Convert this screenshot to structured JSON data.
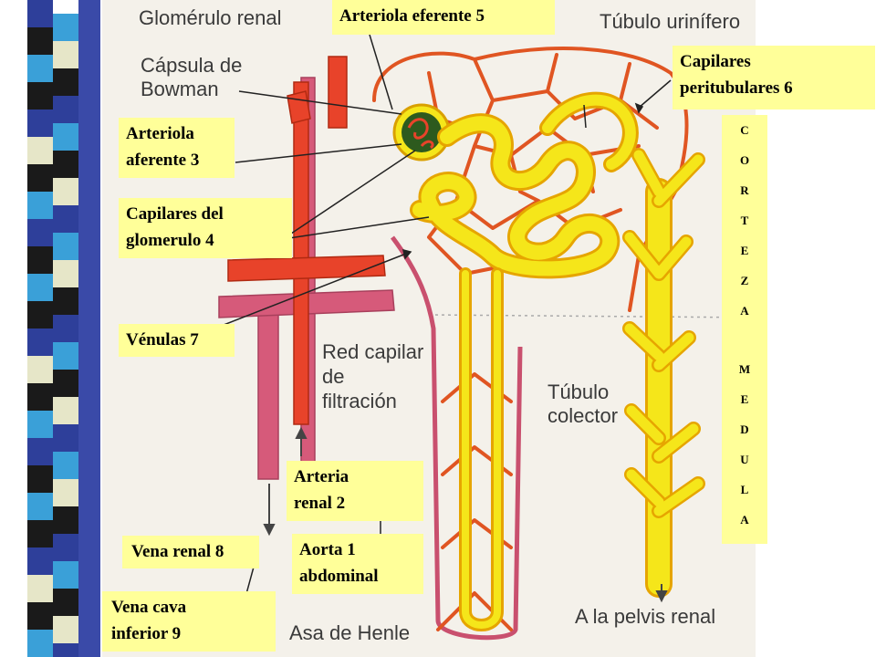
{
  "labels": {
    "arteriola_eferente": "Arteriola eferente  5",
    "capilares_peritubulares_1": "Capilares",
    "capilares_peritubulares_2": "peritubulares  6",
    "arteriola_aferente_1": "Arteriola",
    "arteriola_aferente_2": "aferente  3",
    "capilares_glomerulo_1": "Capilares del",
    "capilares_glomerulo_2": "glomerulo  4",
    "venulas": "Vénulas  7",
    "arteria_renal_1": "Arteria",
    "arteria_renal_2": "renal  2",
    "vena_renal": "Vena renal  8",
    "aorta_1": "Aorta    1",
    "aorta_2": "abdominal",
    "vena_cava_1": "Vena cava",
    "vena_cava_2": "inferior  9"
  },
  "side_letters_top": [
    "C",
    "O",
    "R",
    "T",
    "E",
    "Z",
    "A"
  ],
  "side_letters_bottom": [
    "M",
    "E",
    "D",
    "U",
    "L",
    "A"
  ],
  "image_text": {
    "glomerulo": "Glomérulo renal",
    "capsula_1": "Cápsula de",
    "capsula_2": "Bowman",
    "tubulo_urinifero": "Túbulo urinífero",
    "red_1": "Red capilar",
    "red_2": "de",
    "red_3": "filtración",
    "tubulo_1": "Túbulo",
    "tubulo_2": "colector",
    "pelvis": "A la pelvis renal",
    "asa": "Asa de Henle"
  },
  "colors": {
    "label_bg": "#ffff99",
    "artery": "#e8432a",
    "vein": "#d65a7a",
    "tubule": "#f5e61a",
    "tubule_edge": "#e6a500"
  }
}
